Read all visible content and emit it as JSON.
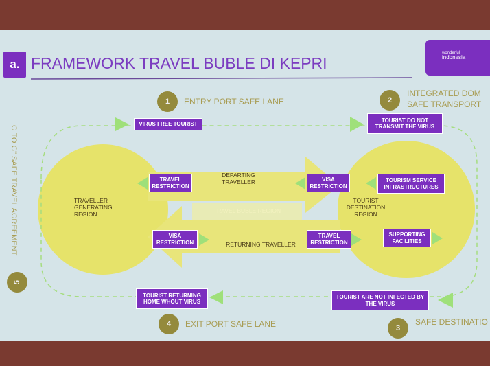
{
  "title": {
    "prefix": "a.",
    "text": "FRAMEWORK TRAVEL BUBLE DI KEPRI"
  },
  "logo": {
    "line1": "wonderful",
    "line2": "indonesia"
  },
  "steps": [
    {
      "num": "1",
      "label": "ENTRY PORT SAFE LANE"
    },
    {
      "num": "2",
      "label1": "INTEGRATED DOM",
      "label2": "SAFE TRANSPORT"
    },
    {
      "num": "3",
      "label": "SAFE DESTINATIO"
    },
    {
      "num": "4",
      "label": "EXIT PORT SAFE LANE"
    },
    {
      "num": "5",
      "label": "G TO G\" SAFE TRAVEL AGREEMENT"
    }
  ],
  "boxes": {
    "virus_free": "VIRUS FREE TOURIST",
    "do_not_transmit": "TOURIST DO NOT TRANSMIT THE VIRUS",
    "travel_restriction_out": "TRAVEL RESTRICTION",
    "visa_restriction_in": "VISA RESTRICTION",
    "tourism_service": "TOURISM SERVICE INFRASTRUCTURES",
    "visa_restriction_out": "VISA RESTRICTION",
    "travel_restriction_in": "TRAVEL RESTRICTION",
    "supporting": "SUPPORTING FACILITIES",
    "returning_home": "TOURIST RETURNING HOME WHOUT VIRUS",
    "not_infected": "TOURIST ARE NOT INFECTED BY THE VIRUS"
  },
  "labels": {
    "departing": "DEPARTING TRAVELLER",
    "returning": "RETURNING TRAVELLER",
    "generating": "TRAVELLER GENERATING REGION",
    "destination": "TOURIST DESTINATION REGION",
    "bubble": "TRAVEL BUBLE REGION"
  },
  "colors": {
    "purple": "#7b2fbf",
    "yellow": "#e6e36a",
    "green": "#9fe07a",
    "olive": "#948a3c"
  }
}
